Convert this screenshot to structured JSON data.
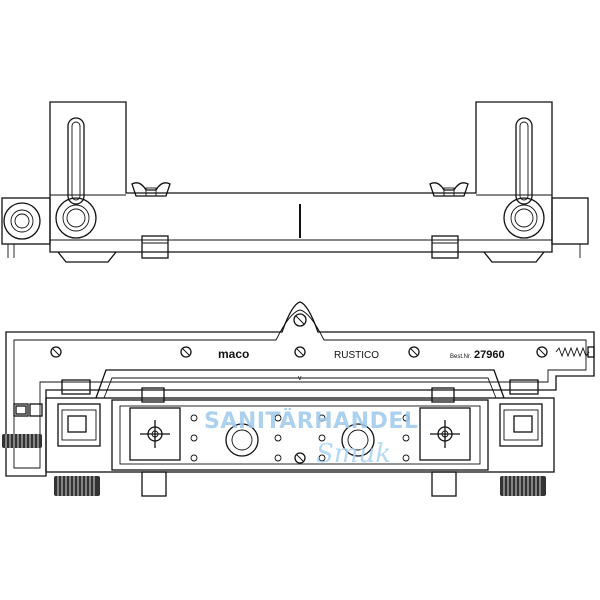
{
  "diagram": {
    "labels": {
      "brand": "maco",
      "model": "RUSTICO",
      "order_prefix": "Best.Nr.",
      "order_number": "27960"
    },
    "watermark": {
      "line1": "SANITÄRHANDEL",
      "line2": "Smuk"
    }
  }
}
